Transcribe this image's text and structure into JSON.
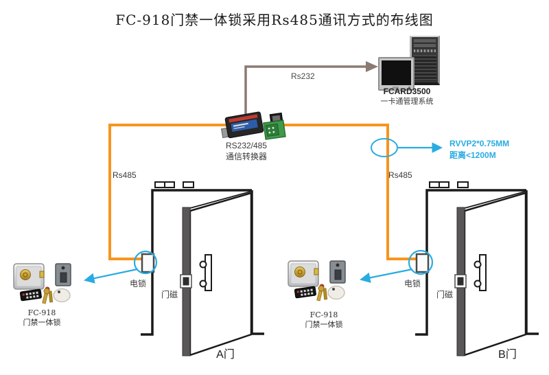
{
  "title": "FC-918门禁一体锁采用Rs485通讯方式的布线图",
  "computer": {
    "model": "FCARD3500",
    "system_name": "一卡通管理系统"
  },
  "converter": {
    "line1": "RS232/485",
    "line2": "通信转换器"
  },
  "cables": {
    "rs232_label": "Rs232",
    "rs485_left_label": "Rs485",
    "rs485_right_label": "Rs485",
    "spec_line1": "RVVP2*0.75MM",
    "spec_line2": "距离<1200M"
  },
  "door_a": {
    "label": "A门",
    "lock_label": "电锁",
    "magnet_label": "门磁",
    "kit_model": "FC-918",
    "kit_name": "门禁一体锁"
  },
  "door_b": {
    "label": "B门",
    "lock_label": "电锁",
    "magnet_label": "门磁",
    "kit_model": "FC-918",
    "kit_name": "门禁一体锁"
  },
  "colors": {
    "rs485_wire": "#F7941E",
    "annotation": "#29ABE2",
    "rs232_wire": "#8C7B72",
    "line": "#1a1a1a"
  }
}
